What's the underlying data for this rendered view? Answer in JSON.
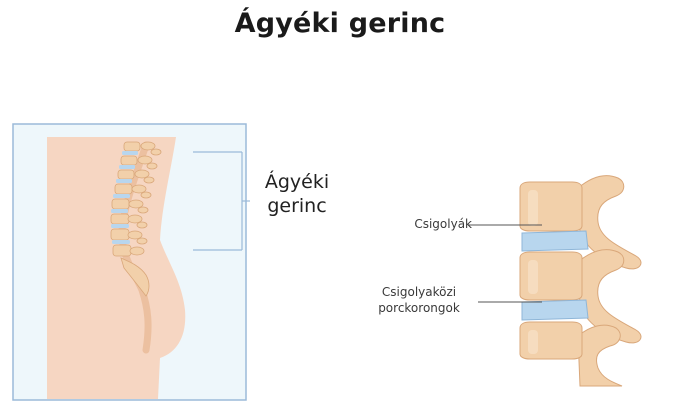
{
  "title": "Ágyéki gerinc",
  "region_label": "Ágyéki gerinc",
  "labels": {
    "vertebrae": "Csigolyák",
    "discs_line1": "Csigolyaközi",
    "discs_line2": "porckorongok"
  },
  "colors": {
    "frame": "#9bbad9",
    "panel": "#eef7fb",
    "skin": "#f6d6c2",
    "bone": "#f2d0aa",
    "bone_shadow": "#d9a77a",
    "disc": "#b8d6ee",
    "bracket": "#9bbad9",
    "leader": "#555555"
  }
}
